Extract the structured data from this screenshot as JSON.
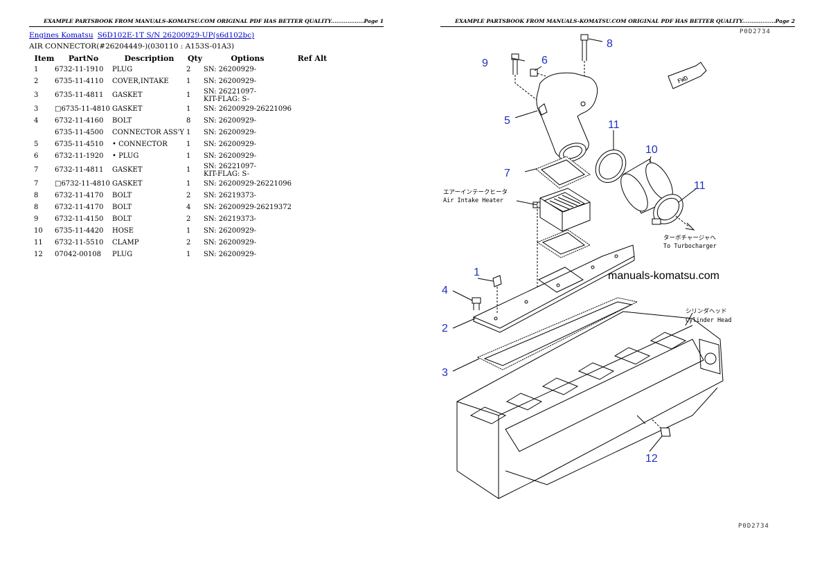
{
  "header": {
    "left_page": "EXAMPLE PARTSBOOK FROM MANUALS-KOMATSU.COM ORIGINAL PDF HAS BETTER QUALITY..................Page 1",
    "right_page": "EXAMPLE PARTSBOOK FROM MANUALS-KOMATSU.COM ORIGINAL PDF HAS BETTER QUALITY..................Page 2"
  },
  "breadcrumb": {
    "link1": "Engines Komatsu",
    "link2": "S6D102E-1T S/N 26200929-UP(s6d102bc)"
  },
  "subtitle": "AIR CONNECTOR(#26204449-)(030110 : A153S-01A3)",
  "table": {
    "headers": {
      "item": "Item",
      "partno": "PartNo",
      "description": "Description",
      "qty": "Qty",
      "options": "Options",
      "refalt": "Ref Alt"
    },
    "rows": [
      {
        "item": "1",
        "partno": "6732-11-1910",
        "desc": "PLUG",
        "qty": "2",
        "opt1": "SN: 26200929-",
        "opt2": ""
      },
      {
        "item": "2",
        "partno": "6735-11-4110",
        "desc": "COVER,INTAKE",
        "qty": "1",
        "opt1": "SN: 26200929-",
        "opt2": ""
      },
      {
        "item": "3",
        "partno": "6735-11-4811",
        "desc": "GASKET",
        "qty": "1",
        "opt1": "SN: 26221097-",
        "opt2": "KIT-FLAG: S-"
      },
      {
        "item": "3",
        "partno": "□6735-11-4810",
        "desc": "GASKET",
        "qty": "1",
        "opt1": "SN: 26200929-26221096",
        "opt2": ""
      },
      {
        "item": "4",
        "partno": "6732-11-4160",
        "desc": "BOLT",
        "qty": "8",
        "opt1": "SN: 26200929-",
        "opt2": ""
      },
      {
        "item": "",
        "partno": "6735-11-4500",
        "desc": "CONNECTOR ASS'Y",
        "qty": "1",
        "opt1": "SN: 26200929-",
        "opt2": ""
      },
      {
        "item": "5",
        "partno": "6735-11-4510",
        "desc": "• CONNECTOR",
        "qty": "1",
        "opt1": "SN: 26200929-",
        "opt2": ""
      },
      {
        "item": "6",
        "partno": "6732-11-1920",
        "desc": "• PLUG",
        "qty": "1",
        "opt1": "SN: 26200929-",
        "opt2": ""
      },
      {
        "item": "7",
        "partno": "6732-11-4811",
        "desc": "GASKET",
        "qty": "1",
        "opt1": "SN: 26221097-",
        "opt2": "KIT-FLAG: S-"
      },
      {
        "item": "7",
        "partno": "□6732-11-4810",
        "desc": "GASKET",
        "qty": "1",
        "opt1": "SN: 26200929-26221096",
        "opt2": ""
      },
      {
        "item": "8",
        "partno": "6732-11-4170",
        "desc": "BOLT",
        "qty": "2",
        "opt1": "SN: 26219373-",
        "opt2": ""
      },
      {
        "item": "8",
        "partno": "6732-11-4170",
        "desc": "BOLT",
        "qty": "4",
        "opt1": "SN: 26200929-26219372",
        "opt2": ""
      },
      {
        "item": "9",
        "partno": "6732-11-4150",
        "desc": "BOLT",
        "qty": "2",
        "opt1": "SN: 26219373-",
        "opt2": ""
      },
      {
        "item": "10",
        "partno": "6735-11-4420",
        "desc": "HOSE",
        "qty": "1",
        "opt1": "SN: 26200929-",
        "opt2": ""
      },
      {
        "item": "11",
        "partno": "6732-11-5510",
        "desc": "CLAMP",
        "qty": "2",
        "opt1": "SN: 26200929-",
        "opt2": ""
      },
      {
        "item": "12",
        "partno": "07042-00108",
        "desc": "PLUG",
        "qty": "1",
        "opt1": "SN: 26200929-",
        "opt2": ""
      }
    ]
  },
  "diagram": {
    "callouts": {
      "c1": "1",
      "c2": "2",
      "c3": "3",
      "c4": "4",
      "c5": "5",
      "c6": "6",
      "c7": "7",
      "c8": "8",
      "c9": "9",
      "c10": "10",
      "c11a": "11",
      "c11b": "11",
      "c12": "12"
    },
    "labels": {
      "heater_jp": "エアーインテークヒータ",
      "heater_en": "Air Intake Heater",
      "turbo_jp": "ターボチャージャへ",
      "turbo_en": "To Turbocharger",
      "cyl_jp": "シリンダヘッド",
      "cyl_en": "Cylinder Head",
      "fwd": "FWD"
    },
    "watermark": "manuals-komatsu.com",
    "drawing_id": "P0D2734",
    "drawing_id_top": "P0D2734"
  }
}
